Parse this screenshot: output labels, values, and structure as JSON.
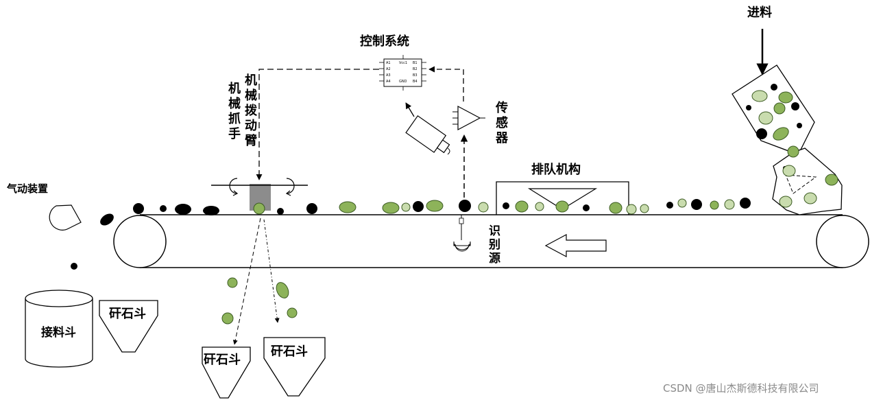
{
  "labels": {
    "feed": "进料",
    "control_system": "控制系统",
    "sensor": "传感器",
    "mech_gripper": "机械抓手",
    "mech_arm": "机械拨动臂",
    "queue_mechanism": "排队机构",
    "pneumatic": "气动装置",
    "recognition_source": "识别源",
    "collect_hopper": "接料斗",
    "gangue_hopper_1": "矸石斗",
    "gangue_hopper_2": "矸石斗",
    "gangue_hopper_3": "矸石斗"
  },
  "chip_pins": {
    "left": [
      "A1",
      "A2",
      "A3",
      "A4"
    ],
    "right": [
      "B1",
      "B2",
      "B3",
      "B4"
    ],
    "vcc": "Vcc1",
    "gnd": "GND"
  },
  "watermark": "CSDN @唐山杰斯德科技有限公司",
  "colors": {
    "gangue_green": "#8db35a",
    "gangue_light": "#c9dcae",
    "coal_black": "#000000",
    "gripper_gray": "#8c8c8c"
  }
}
